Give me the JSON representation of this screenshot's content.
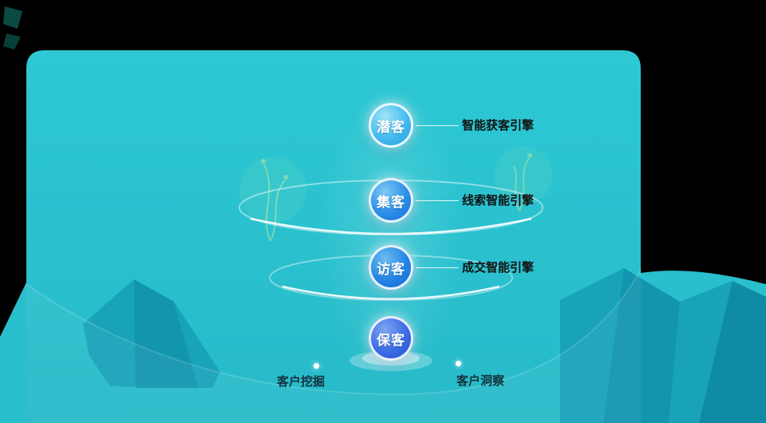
{
  "funnel": {
    "stages": [
      {
        "label": "潜客",
        "engine": "智能获客引擎"
      },
      {
        "label": "集客",
        "engine": "线索智能引擎"
      },
      {
        "label": "访客",
        "engine": "成交智能引擎"
      },
      {
        "label": "保客"
      }
    ]
  },
  "footer": {
    "items": [
      {
        "label": "客户挖掘"
      },
      {
        "label": "客户洞察"
      }
    ]
  },
  "colors": {
    "canvas_background": "#000000",
    "panel_teal": "#2bc3d0",
    "mountain_teal": "#18a3b9",
    "ring_white": "#ffffff",
    "stage1_blue": "#46bcee",
    "stage2_blue": "#2d90e8",
    "stage3_blue": "#2585e6",
    "stage4_blue": "#3d6ce5",
    "engine_text": "#101010",
    "footer_text": "#14323c"
  },
  "icons": {
    "footer_marker": "dot-icon"
  }
}
